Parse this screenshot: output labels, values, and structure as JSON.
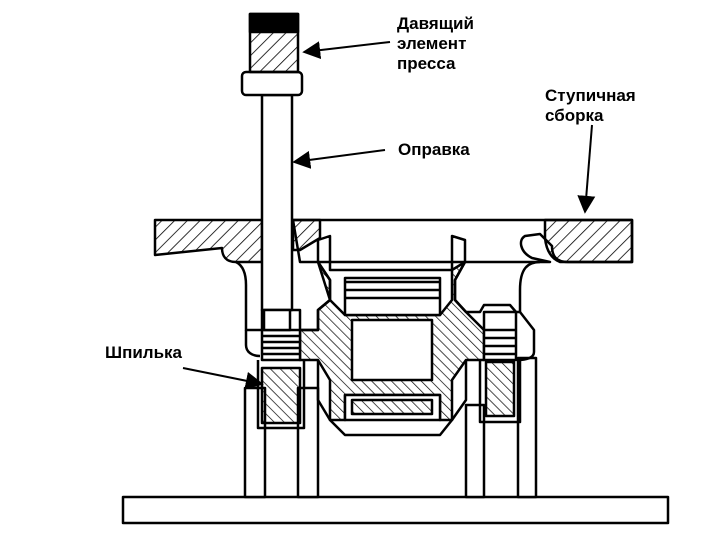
{
  "labels": {
    "press_ram": [
      "Давящий",
      "элемент",
      "пресса"
    ],
    "mandrel": "Оправка",
    "hub_assembly": [
      "Ступичная",
      "сборка"
    ],
    "stud": "Шпилька"
  },
  "colors": {
    "ink": "#000000",
    "paper": "#ffffff"
  }
}
